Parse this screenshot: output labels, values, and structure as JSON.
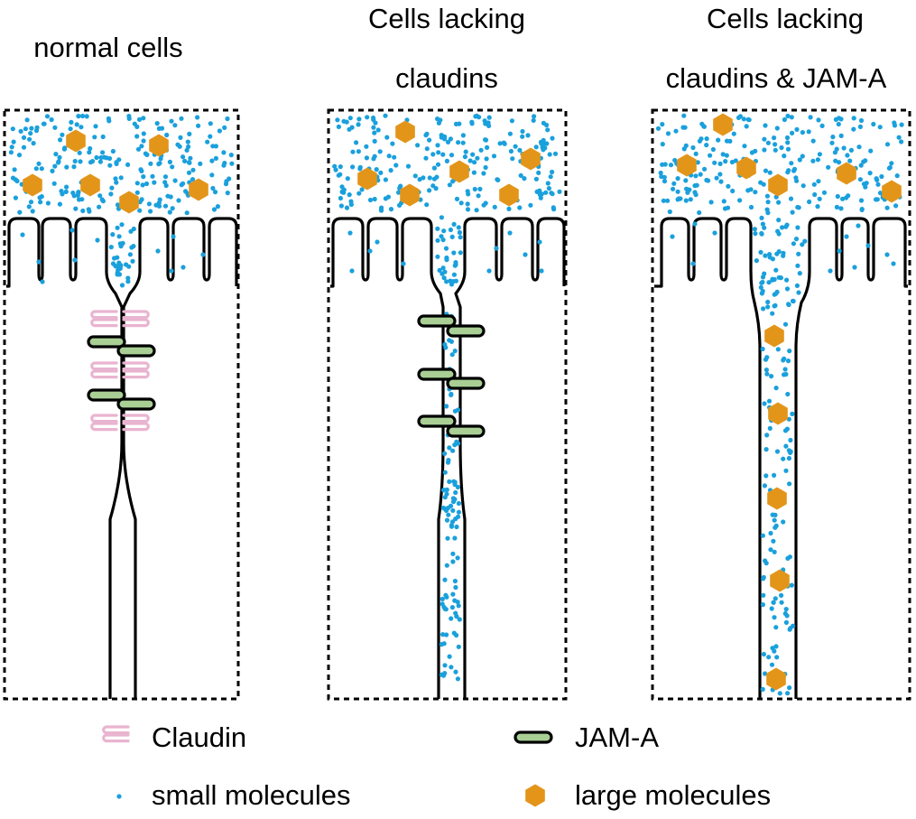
{
  "panels": [
    {
      "id": "normal",
      "title_lines": [
        "normal cells"
      ]
    },
    {
      "id": "no-claudins",
      "title_lines": [
        "Cells lacking",
        "claudins"
      ]
    },
    {
      "id": "no-claudins-jama",
      "title_lines": [
        "Cells lacking",
        "claudins & JAM-A"
      ]
    }
  ],
  "legend": {
    "claudin": "Claudin",
    "jama": "JAM-A",
    "small": "small molecules",
    "large": "large molecules"
  },
  "colors": {
    "claudin": "#e9b4cf",
    "jama": "#a9cf95",
    "small_molecule": "#1aa0dc",
    "large_molecule": "#e3951a",
    "outline": "#000000"
  },
  "icons": {
    "claudin": "claudin-stack-icon",
    "jama": "jama-rounded-bar-icon",
    "small": "small-dot-icon",
    "large": "hexagon-icon"
  }
}
